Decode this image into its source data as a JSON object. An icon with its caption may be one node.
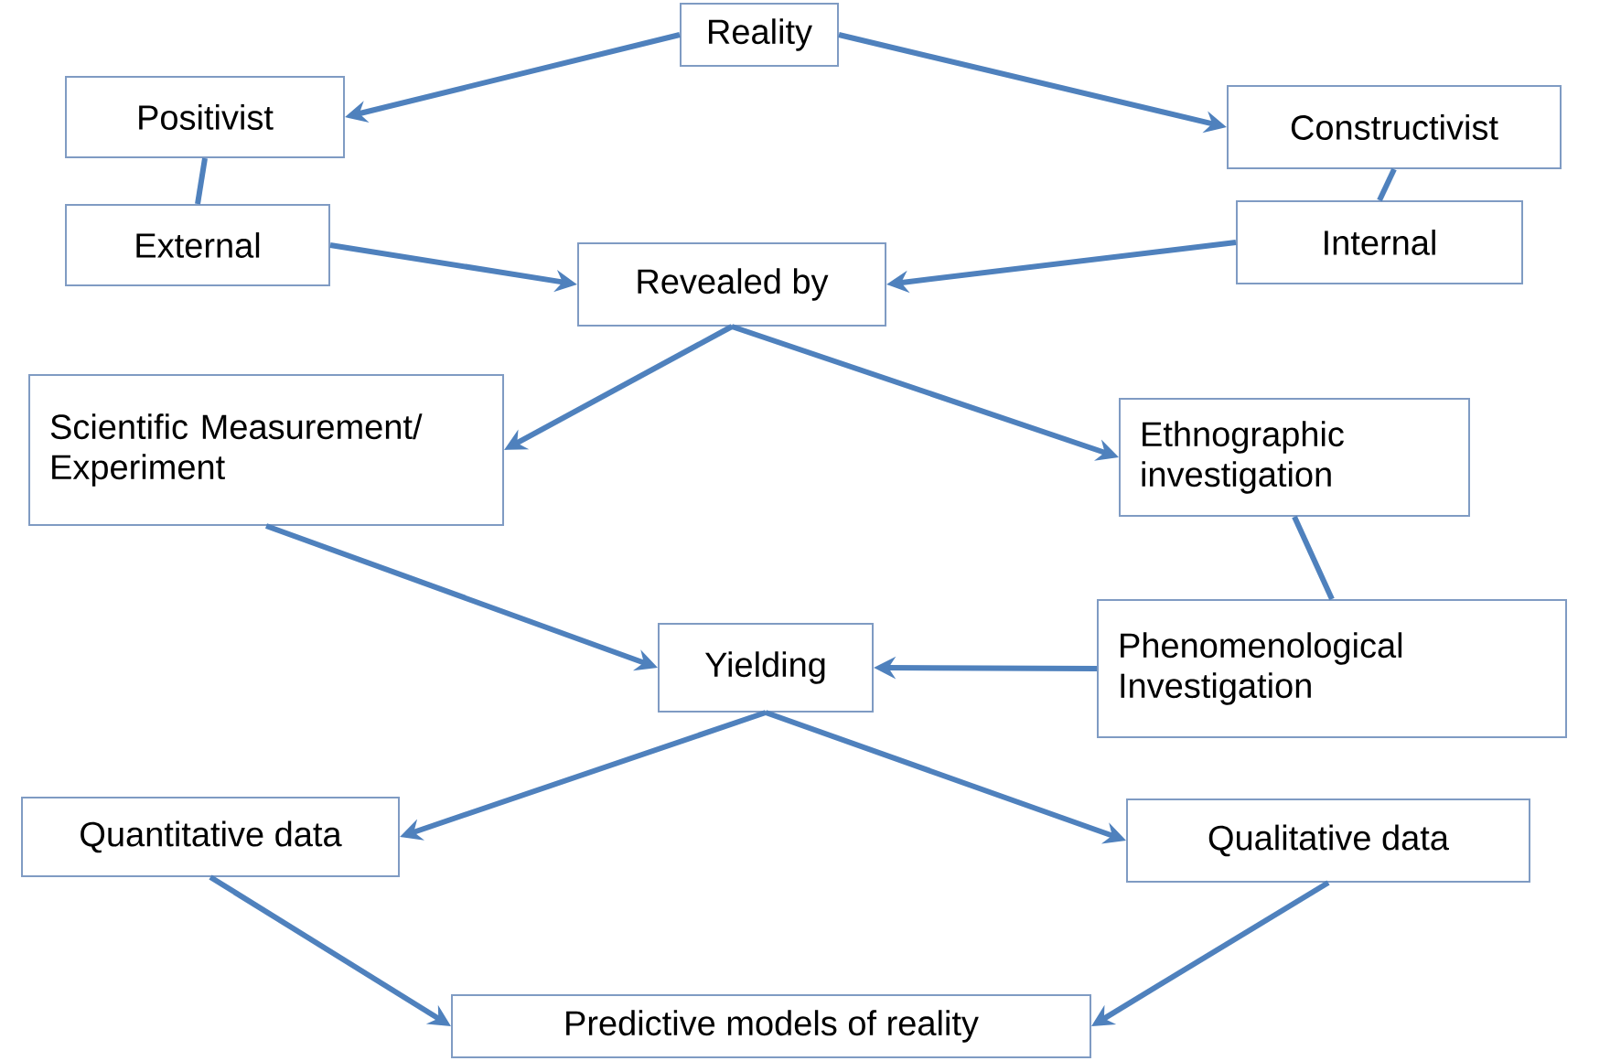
{
  "diagram": {
    "nodes": [
      {
        "text": [
          "Reality"
        ]
      },
      {
        "text": [
          "Positivist"
        ]
      },
      {
        "text": [
          "Constructivist"
        ]
      },
      {
        "text": [
          "External"
        ]
      },
      {
        "text": [
          "Internal"
        ]
      },
      {
        "text": [
          "Revealed by"
        ]
      },
      {
        "text": [
          "Scientific Measurement/ Experiment"
        ]
      },
      {
        "text": [
          "Ethnographic investigation"
        ]
      },
      {
        "text": [
          "Yielding"
        ]
      },
      {
        "text": [
          "Phenomenological Investigation"
        ]
      },
      {
        "text": [
          "Quantitative data"
        ]
      },
      {
        "text": [
          "Qualitative data"
        ]
      },
      {
        "text": [
          "Predictive models of reality"
        ]
      }
    ],
    "edges": [
      {
        "from": 0,
        "to": 1,
        "arrow": "to"
      },
      {
        "from": 0,
        "to": 2,
        "arrow": "to"
      },
      {
        "from": 1,
        "to": 3,
        "arrow": "none"
      },
      {
        "from": 2,
        "to": 4,
        "arrow": "none"
      },
      {
        "from": 3,
        "to": 5,
        "arrow": "to"
      },
      {
        "from": 4,
        "to": 5,
        "arrow": "to"
      },
      {
        "from": 5,
        "to": 6,
        "arrow": "to"
      },
      {
        "from": 5,
        "to": 7,
        "arrow": "to"
      },
      {
        "from": 7,
        "to": 9,
        "arrow": "none"
      },
      {
        "from": 6,
        "to": 8,
        "arrow": "to"
      },
      {
        "from": 9,
        "to": 8,
        "arrow": "to"
      },
      {
        "from": 8,
        "to": 10,
        "arrow": "to"
      },
      {
        "from": 8,
        "to": 11,
        "arrow": "to"
      },
      {
        "from": 10,
        "to": 12,
        "arrow": "to"
      },
      {
        "from": 11,
        "to": 12,
        "arrow": "to"
      }
    ]
  }
}
